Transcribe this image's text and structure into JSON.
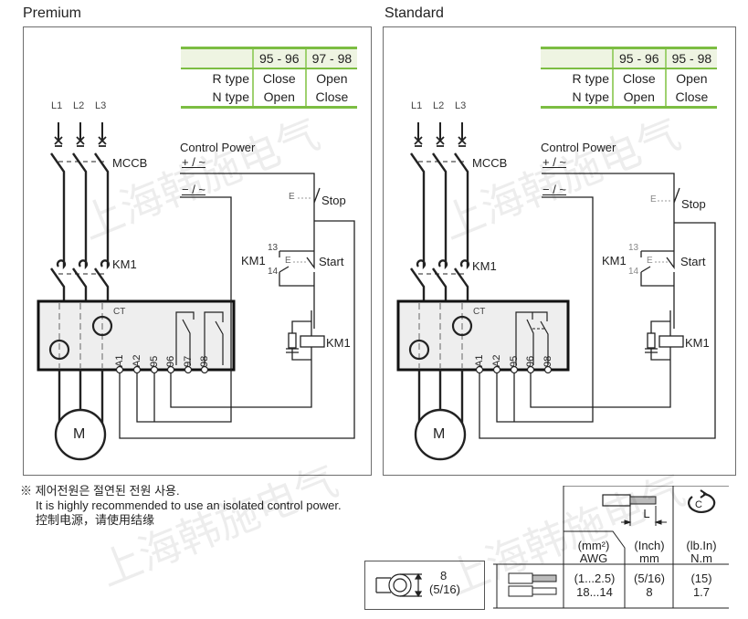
{
  "panels": [
    {
      "title": "Premium",
      "table": {
        "headers": [
          "",
          "95 - 96",
          "97 - 98"
        ],
        "rows": [
          {
            "label": "R type",
            "c1": "Close",
            "c2": "Open"
          },
          {
            "label": "N type",
            "c1": "Open",
            "c2": "Close"
          }
        ]
      },
      "terminals": [
        "A1",
        "A2",
        "95",
        "96",
        "97",
        "98"
      ]
    },
    {
      "title": "Standard",
      "table": {
        "headers": [
          "",
          "95 - 96",
          "95 - 98"
        ],
        "rows": [
          {
            "label": "R type",
            "c1": "Close",
            "c2": "Open"
          },
          {
            "label": "N type",
            "c1": "Open",
            "c2": "Close"
          }
        ]
      },
      "terminals": [
        "A1",
        "A2",
        "95",
        "96",
        "98"
      ]
    }
  ],
  "labels": {
    "l1": "L1",
    "l2": "L2",
    "l3": "L3",
    "mccb": "MCCB",
    "km1": "KM1",
    "ct": "CT",
    "motor": "M",
    "control_power": "Control Power",
    "plus": "+ / ~",
    "minus": "− / ~",
    "stop": "Stop",
    "start": "Start",
    "e": "E",
    "contact_13": "13",
    "contact_14": "14"
  },
  "note": {
    "symbol": "※",
    "korean": "제어전원은 절연된 전원 사용.",
    "english": "It is highly recommended to use an isolated control power.",
    "chinese": "控制电源，请使用结缘"
  },
  "ring_terminal": {
    "mm": "8",
    "inch": "(5/16)"
  },
  "spec_table": {
    "wire_header_top": "(mm²)",
    "wire_header_bottom": "AWG",
    "strip_header_top": "(Inch)",
    "strip_header_bottom": "mm",
    "strip_dim": "L",
    "torque_header_top": "(lb.In)",
    "torque_header_bottom": "N.m",
    "torque_icon_letter": "C",
    "wire_value_top": "(1...2.5)",
    "wire_value_bottom": "18...14",
    "strip_value_top": "(5/16)",
    "strip_value_bottom": "8",
    "torque_value_top": "(15)",
    "torque_value_bottom": "1.7"
  },
  "watermark": "上海韩施电气"
}
